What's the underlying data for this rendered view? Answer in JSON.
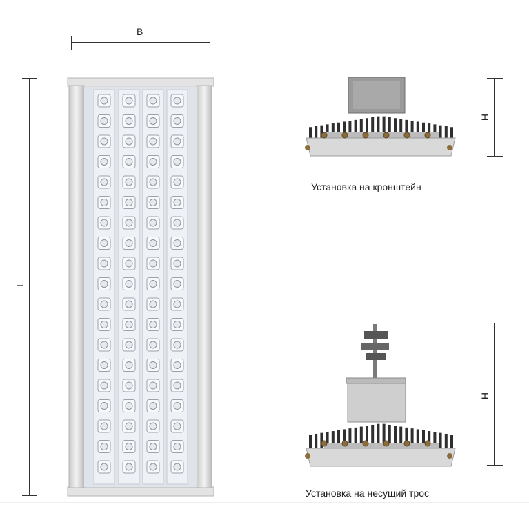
{
  "dimensions": {
    "width_label": "B",
    "length_label": "L",
    "height_label_top": "H",
    "height_label_bottom": "H"
  },
  "captions": {
    "bracket_mount": "Установка на кронштейн",
    "cable_mount": "Установка на несущий трос"
  },
  "colors": {
    "housing": "#d8d8d8",
    "heatsink": "#3a3a3a",
    "led_board": "#e8edf3",
    "line": "#333333"
  }
}
